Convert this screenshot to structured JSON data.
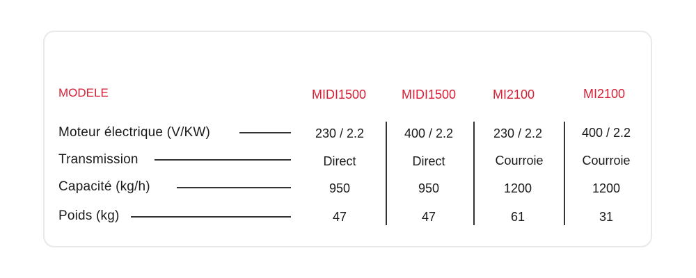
{
  "header": {
    "label": "MODELE"
  },
  "models": [
    "MIDI1500",
    "MIDI1500",
    "MI2100",
    "MI2100"
  ],
  "rows": [
    {
      "label": "Moteur électrique (V/KW)",
      "values": [
        "230 / 2.2",
        "400 / 2.2",
        "230 / 2.2",
        "400 / 2.2"
      ]
    },
    {
      "label": "Transmission",
      "values": [
        "Direct",
        "Direct",
        "Courroie",
        "Courroie"
      ]
    },
    {
      "label": "Capacité (kg/h)",
      "values": [
        "950",
        "950",
        "1200",
        "1200"
      ]
    },
    {
      "label": "Poids (kg)",
      "values": [
        "47",
        "47",
        "61",
        "31"
      ]
    }
  ]
}
